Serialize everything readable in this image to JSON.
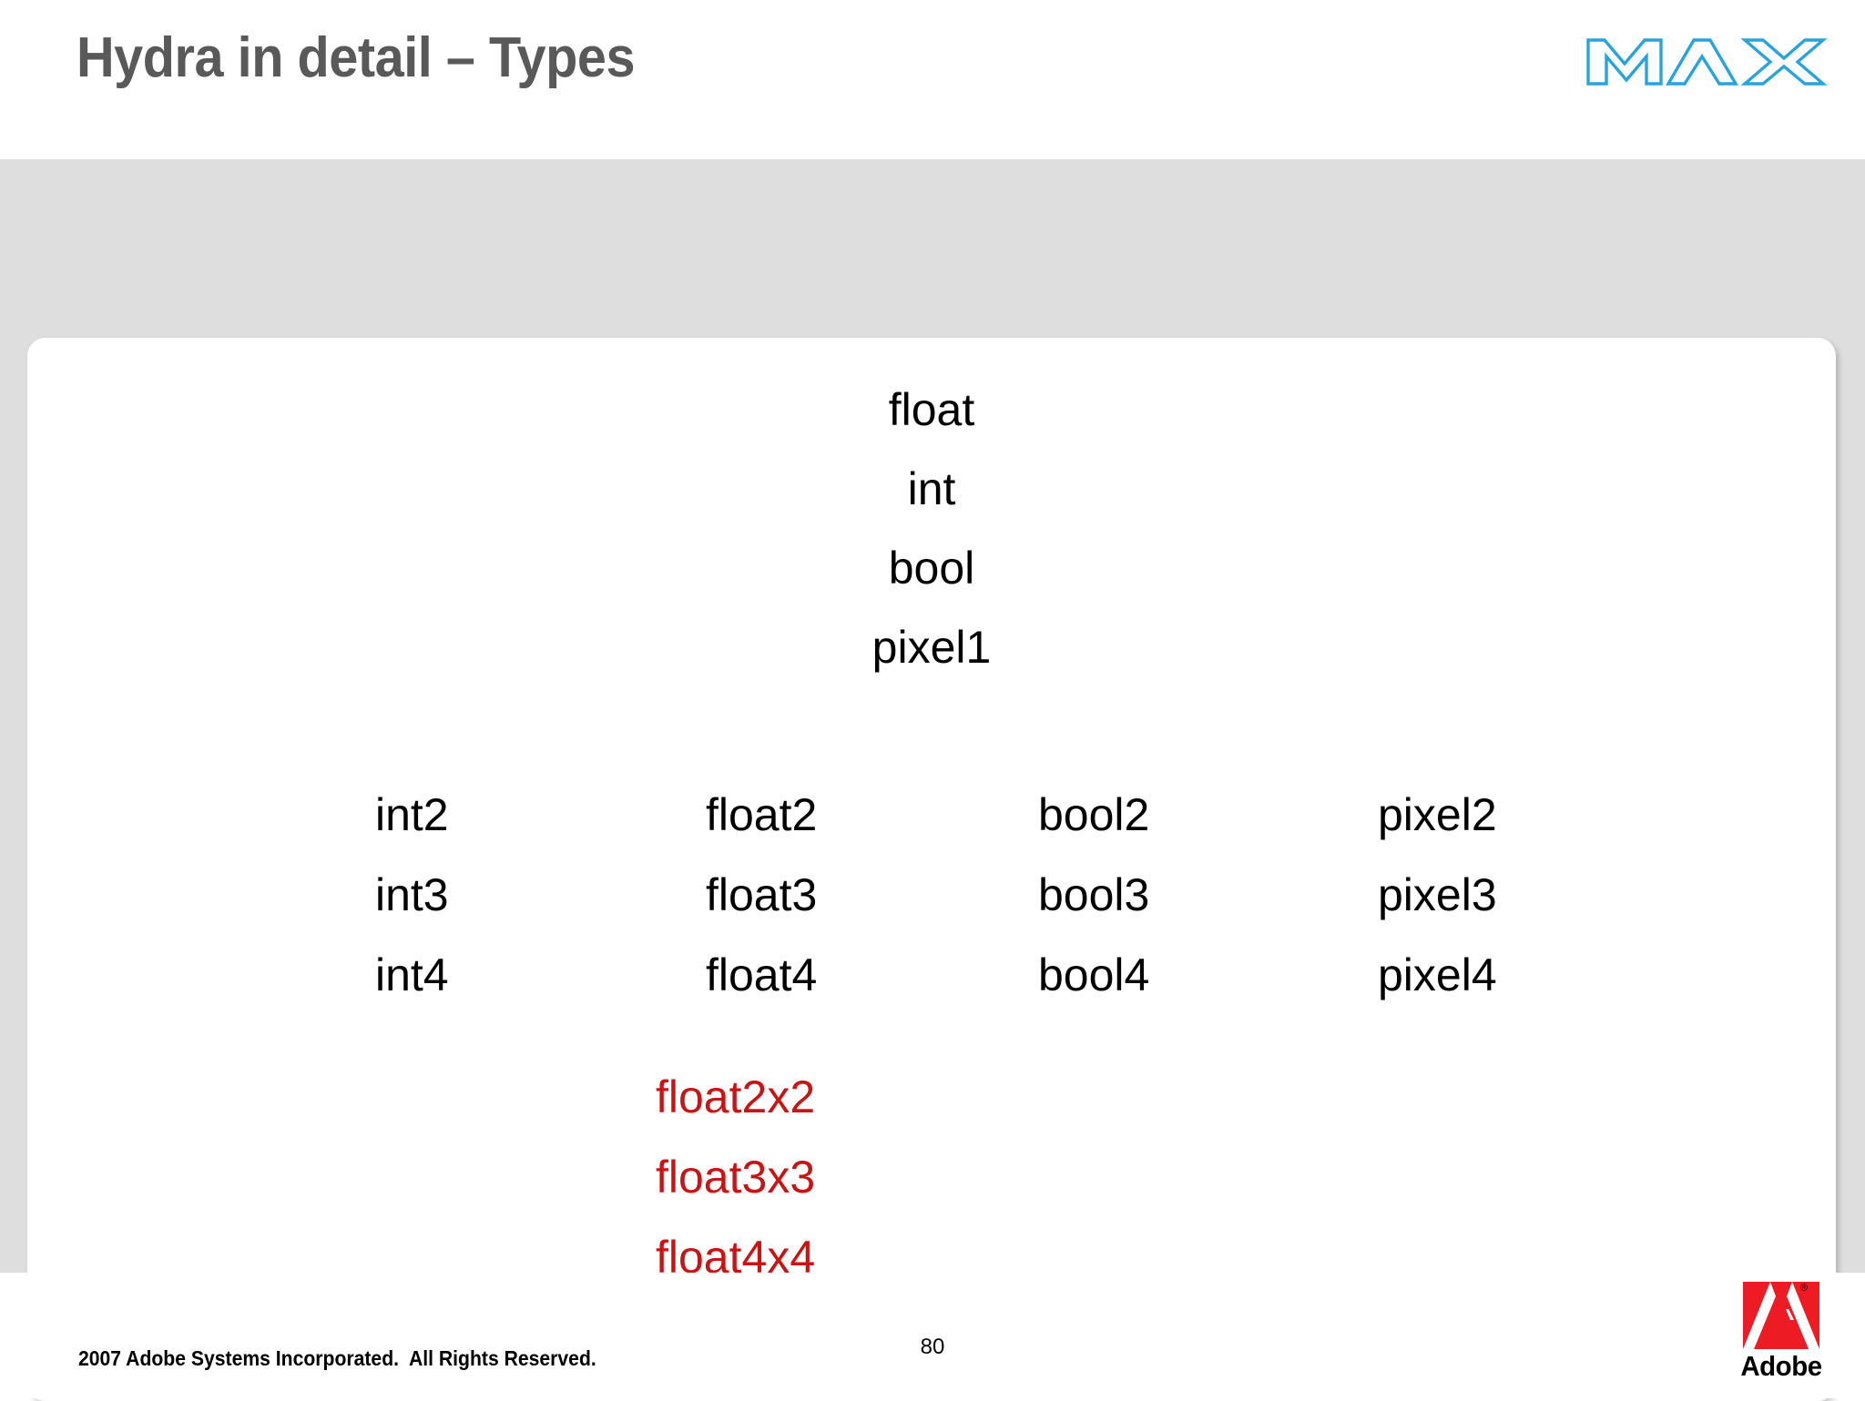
{
  "header": {
    "title": "Hydra in detail – Types",
    "logo_alt": "MAX",
    "title_color": "#595959",
    "logo_color": "#29a3dc"
  },
  "main": {
    "scalar_types": [
      "float",
      "int",
      "bool",
      "pixel1"
    ],
    "vector_columns": [
      {
        "name": "int-column",
        "items": [
          "int2",
          "int3",
          "int4"
        ]
      },
      {
        "name": "float-column",
        "items": [
          "float2",
          "float3",
          "float4"
        ]
      },
      {
        "name": "bool-column",
        "items": [
          "bool2",
          "bool3",
          "bool4"
        ]
      },
      {
        "name": "pixel-column",
        "items": [
          "pixel2",
          "pixel3",
          "pixel4"
        ]
      }
    ],
    "matrix_types": [
      "float2x2",
      "float3x3",
      "float4x4"
    ],
    "matrix_color": "#c81414",
    "text_color": "#000000",
    "panel_bg": "#ffffff",
    "band_bg": "#dededf"
  },
  "footer": {
    "copyright": "2007 Adobe Systems Incorporated.  All Rights Reserved.",
    "page_number": "80",
    "adobe_wordmark": "Adobe",
    "adobe_registered": "®",
    "adobe_red": "#ed1c24"
  }
}
